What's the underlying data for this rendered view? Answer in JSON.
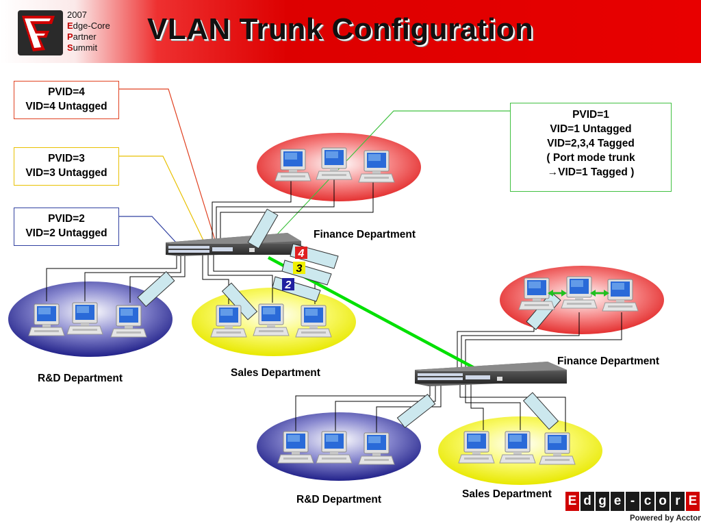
{
  "header": {
    "event": {
      "year": "2007",
      "line1_cap": "E",
      "line1_rest": "dge-Core",
      "line2_cap": "P",
      "line2_rest": "artner",
      "line3_cap": "S",
      "line3_rest": "ummit"
    },
    "title": "VLAN Trunk Configuration"
  },
  "callouts": {
    "vlan4": {
      "line1": "PVID=4",
      "line2": "VID=4 Untagged"
    },
    "vlan3": {
      "line1": "PVID=3",
      "line2": "VID=3 Untagged"
    },
    "vlan2": {
      "line1": "PVID=2",
      "line2": "VID=2 Untagged"
    },
    "trunk": {
      "line1": "PVID=1",
      "line2": "VID=1 Untagged",
      "line3": "VID=2,3,4 Tagged",
      "line4": "( Port mode trunk",
      "line5": "→VID=1 Tagged )"
    }
  },
  "departments": {
    "finance_top": "Finance Department",
    "rnd_left": "R&D Department",
    "sales_mid": "Sales Department",
    "finance_right": "Finance Department",
    "rnd_bottom": "R&D Department",
    "sales_bottom": "Sales Department"
  },
  "vlan_tags": [
    "4",
    "3",
    "2"
  ],
  "colors": {
    "vlan4": "#e04020",
    "vlan3": "#e8c000",
    "vlan2": "#3040a0",
    "trunk": "#00e000",
    "finance": "#e83030",
    "rnd": "#2a2a90",
    "sales": "#f0f000"
  },
  "brand": {
    "letters": [
      "E",
      "d",
      "g",
      "e",
      "-",
      "c",
      "o",
      "r",
      "E"
    ],
    "powered": "Powered by Accton"
  }
}
